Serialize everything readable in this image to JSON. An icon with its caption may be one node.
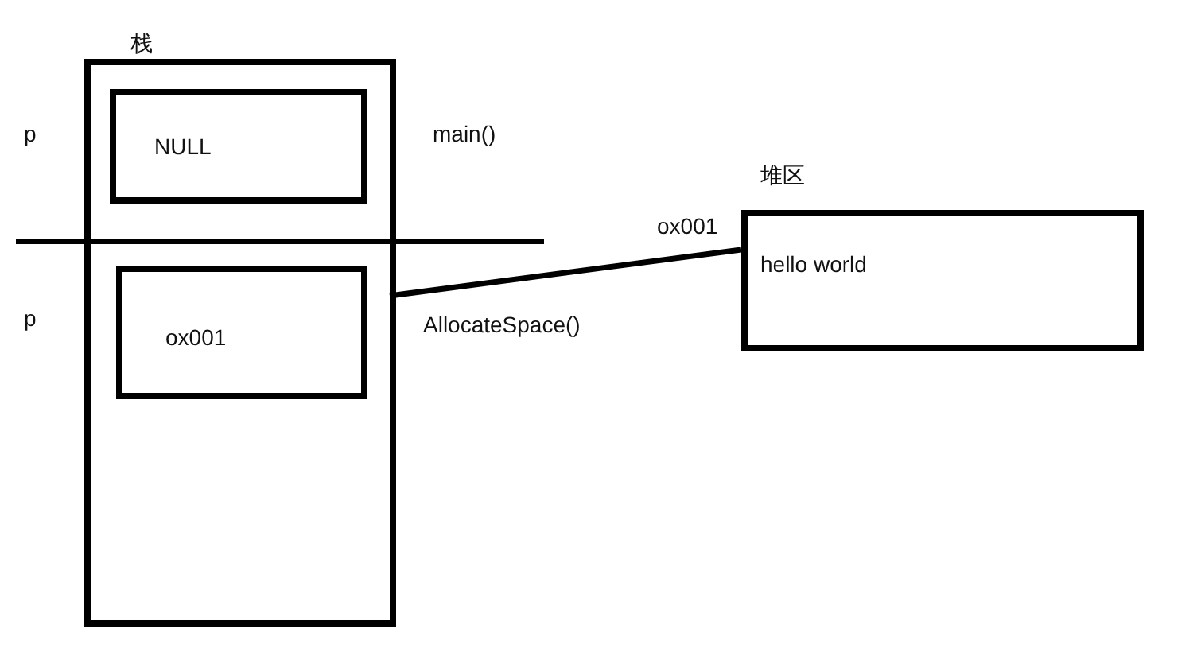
{
  "diagram": {
    "nodes": [
      {
        "text": [
          "栈"
        ]
      },
      {
        "text": [
          "NULL"
        ],
        "in": 0
      },
      {
        "text": [
          "ox001"
        ],
        "in": 0
      },
      {
        "text": [
          "堆区",
          "hello world"
        ]
      }
    ],
    "edges": [
      {
        "from": 2,
        "to": 3,
        "arrow": "none"
      }
    ],
    "labels": [
      "p",
      "main()",
      "ox001",
      "p",
      "AllocateSpace()"
    ]
  }
}
